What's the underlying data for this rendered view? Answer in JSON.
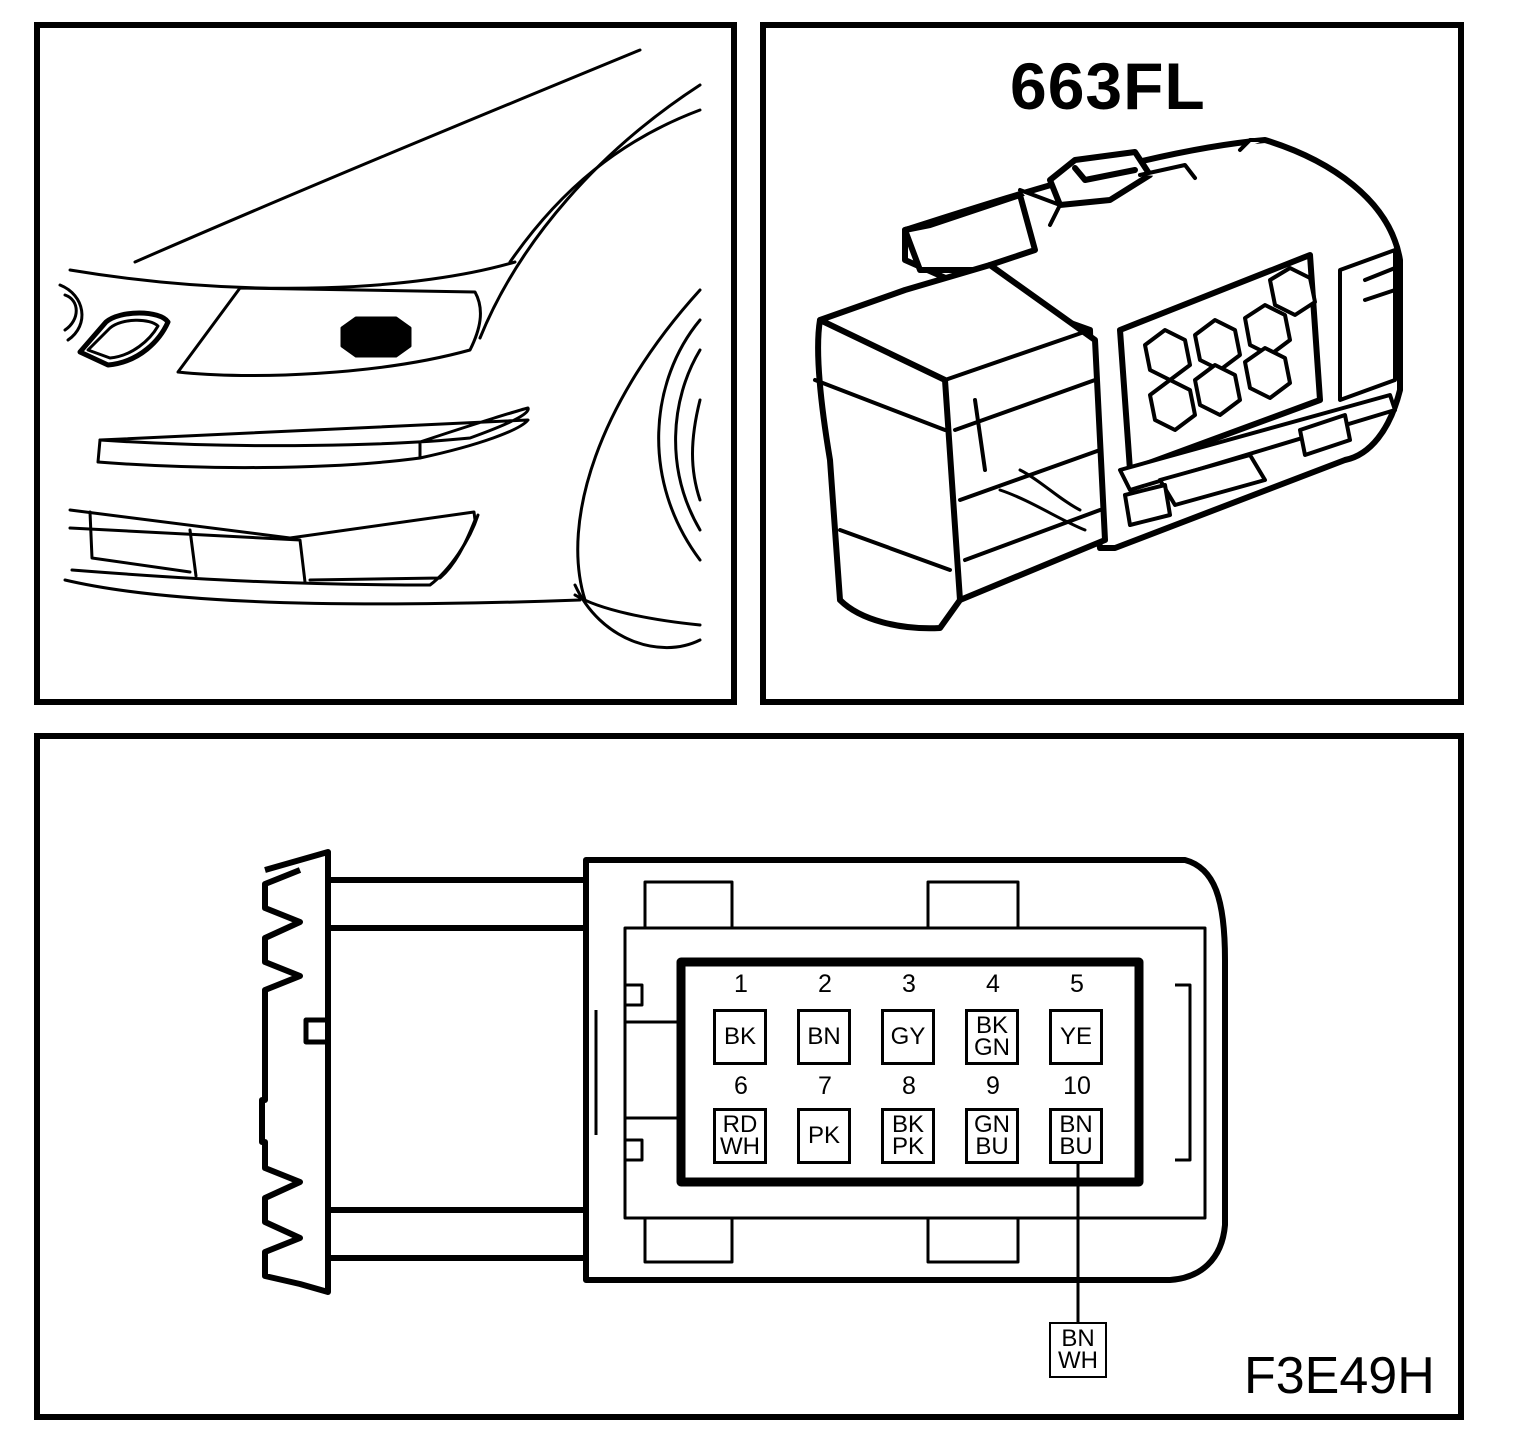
{
  "connector": {
    "id": "663FL",
    "figure_code": "F3E49H"
  },
  "pins": [
    {
      "number": "1",
      "color": [
        "BK"
      ]
    },
    {
      "number": "2",
      "color": [
        "BN"
      ]
    },
    {
      "number": "3",
      "color": [
        "GY"
      ]
    },
    {
      "number": "4",
      "color": [
        "BK",
        "GN"
      ]
    },
    {
      "number": "5",
      "color": [
        "YE"
      ]
    },
    {
      "number": "6",
      "color": [
        "RD",
        "WH"
      ]
    },
    {
      "number": "7",
      "color": [
        "PK"
      ]
    },
    {
      "number": "8",
      "color": [
        "BK",
        "PK"
      ]
    },
    {
      "number": "9",
      "color": [
        "GN",
        "BU"
      ]
    },
    {
      "number": "10",
      "color": [
        "BN",
        "BU"
      ]
    }
  ],
  "splice": {
    "color": [
      "BN",
      "WH"
    ]
  }
}
